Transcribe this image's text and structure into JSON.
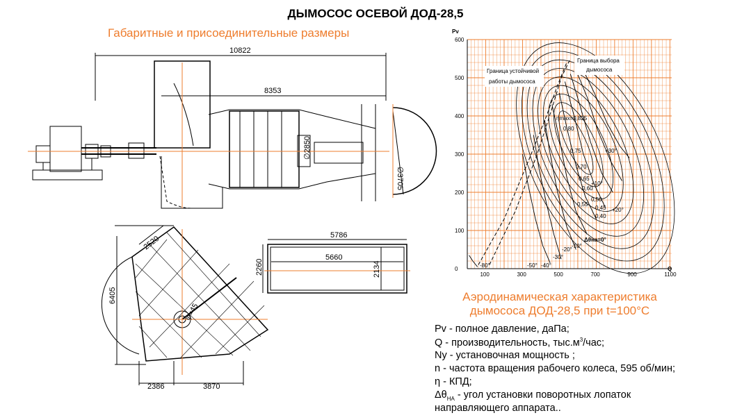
{
  "title": "ДЫМОСОС ОСЕВОЙ ДОД-28,5",
  "subtitle": "Габаритные и присоединительные размеры",
  "colors": {
    "accent": "#ee7d2e",
    "grid": "#ee7d2e",
    "drawing": "#000000"
  },
  "dimensions": {
    "total_length": "10822",
    "inner_length": "8353",
    "diameter_2850": "∅2850",
    "diameter_3705": "∅3705",
    "d2520": "2520",
    "d6405": "6405",
    "angle": "φ=45",
    "d2386": "2386",
    "d3870": "3870",
    "d5786": "5786",
    "d5660": "5660",
    "d2260": "2260",
    "d2134": "2134"
  },
  "chart_data": {
    "type": "line",
    "ylabel": "Pv",
    "xlabel": "Q",
    "xlim": [
      0,
      1110
    ],
    "ylim": [
      0,
      600
    ],
    "x_ticks": [
      100,
      300,
      500,
      700,
      900,
      1100
    ],
    "y_ticks": [
      0,
      100,
      200,
      300,
      400,
      500,
      600
    ],
    "grid": true,
    "annotations": {
      "stable_label_1": "Граница устойчивой",
      "stable_label_2": "работы дымососа",
      "selection_label_1": "Граница выбора",
      "selection_label_2": "дымососа",
      "eta_max": "ηmax=0,825",
      "delta_theta": "Δθна=0°"
    },
    "efficiency_labels": [
      "0,80",
      "0,75",
      "0,70",
      "0,65",
      "0,60",
      "0,55",
      "0,50",
      "0,45",
      "0,40"
    ],
    "angle_labels": [
      "+30°",
      "+20°",
      "+10°",
      "-10°",
      "-20°",
      "-30°",
      "-40°",
      "-50°",
      "-80°"
    ],
    "series": [
      {
        "name": "-80°",
        "points": [
          [
            10,
            35
          ],
          [
            30,
            20
          ],
          [
            55,
            5
          ]
        ]
      },
      {
        "name": "-50°",
        "points": [
          [
            300,
            300
          ],
          [
            330,
            220
          ],
          [
            370,
            130
          ],
          [
            410,
            60
          ],
          [
            450,
            15
          ]
        ]
      },
      {
        "name": "-40°",
        "points": [
          [
            360,
            350
          ],
          [
            390,
            260
          ],
          [
            430,
            170
          ],
          [
            470,
            90
          ],
          [
            510,
            25
          ]
        ]
      },
      {
        "name": "-30°",
        "points": [
          [
            420,
            390
          ],
          [
            450,
            300
          ],
          [
            490,
            200
          ],
          [
            540,
            110
          ],
          [
            590,
            50
          ]
        ]
      },
      {
        "name": "-20°",
        "points": [
          [
            460,
            430
          ],
          [
            500,
            340
          ],
          [
            540,
            240
          ],
          [
            590,
            150
          ],
          [
            650,
            90
          ]
        ]
      },
      {
        "name": "-10°",
        "points": [
          [
            500,
            460
          ],
          [
            540,
            370
          ],
          [
            590,
            270
          ],
          [
            640,
            190
          ],
          [
            700,
            130
          ]
        ]
      },
      {
        "name": "0°",
        "points": [
          [
            530,
            490
          ],
          [
            580,
            400
          ],
          [
            630,
            300
          ],
          [
            690,
            220
          ],
          [
            750,
            160
          ]
        ]
      },
      {
        "name": "+10°",
        "points": [
          [
            560,
            510
          ],
          [
            610,
            430
          ],
          [
            670,
            330
          ],
          [
            730,
            250
          ],
          [
            790,
            200
          ]
        ]
      },
      {
        "name": "+20°",
        "points": [
          [
            590,
            520
          ],
          [
            650,
            450
          ],
          [
            710,
            360
          ],
          [
            780,
            280
          ],
          [
            840,
            230
          ]
        ]
      },
      {
        "name": "+30°",
        "points": [
          [
            620,
            530
          ],
          [
            690,
            460
          ],
          [
            760,
            380
          ],
          [
            830,
            320
          ],
          [
            880,
            290
          ]
        ]
      }
    ],
    "stability_boundary": [
      [
        60,
        10
      ],
      [
        200,
        130
      ],
      [
        330,
        280
      ],
      [
        430,
        400
      ],
      [
        490,
        480
      ],
      [
        540,
        540
      ]
    ],
    "selection_boundary": [
      [
        120,
        10
      ],
      [
        260,
        150
      ],
      [
        380,
        300
      ],
      [
        460,
        420
      ],
      [
        510,
        500
      ],
      [
        560,
        550
      ]
    ]
  },
  "aero_title_1": "Аэродинамическая характеристика",
  "aero_title_2": "дымососа ДОД-28,5  при  t=100°C",
  "legend": {
    "pv": "Pv - полное давление, даПа;",
    "q_pre": "Q - производительность, тыс.м",
    "q_sup": "3",
    "q_post": "/час;",
    "ny": "Ny - установочная мощность ;",
    "n": "n - частота вращения рабочего колеса, 595 об/мин;",
    "eta": "η - КПД;",
    "dtheta_pre": "Δθ",
    "dtheta_sub": "НА",
    "dtheta_post": " - угол установки поворотных лопаток",
    "dtheta_line2": "направляющего аппарата.."
  }
}
